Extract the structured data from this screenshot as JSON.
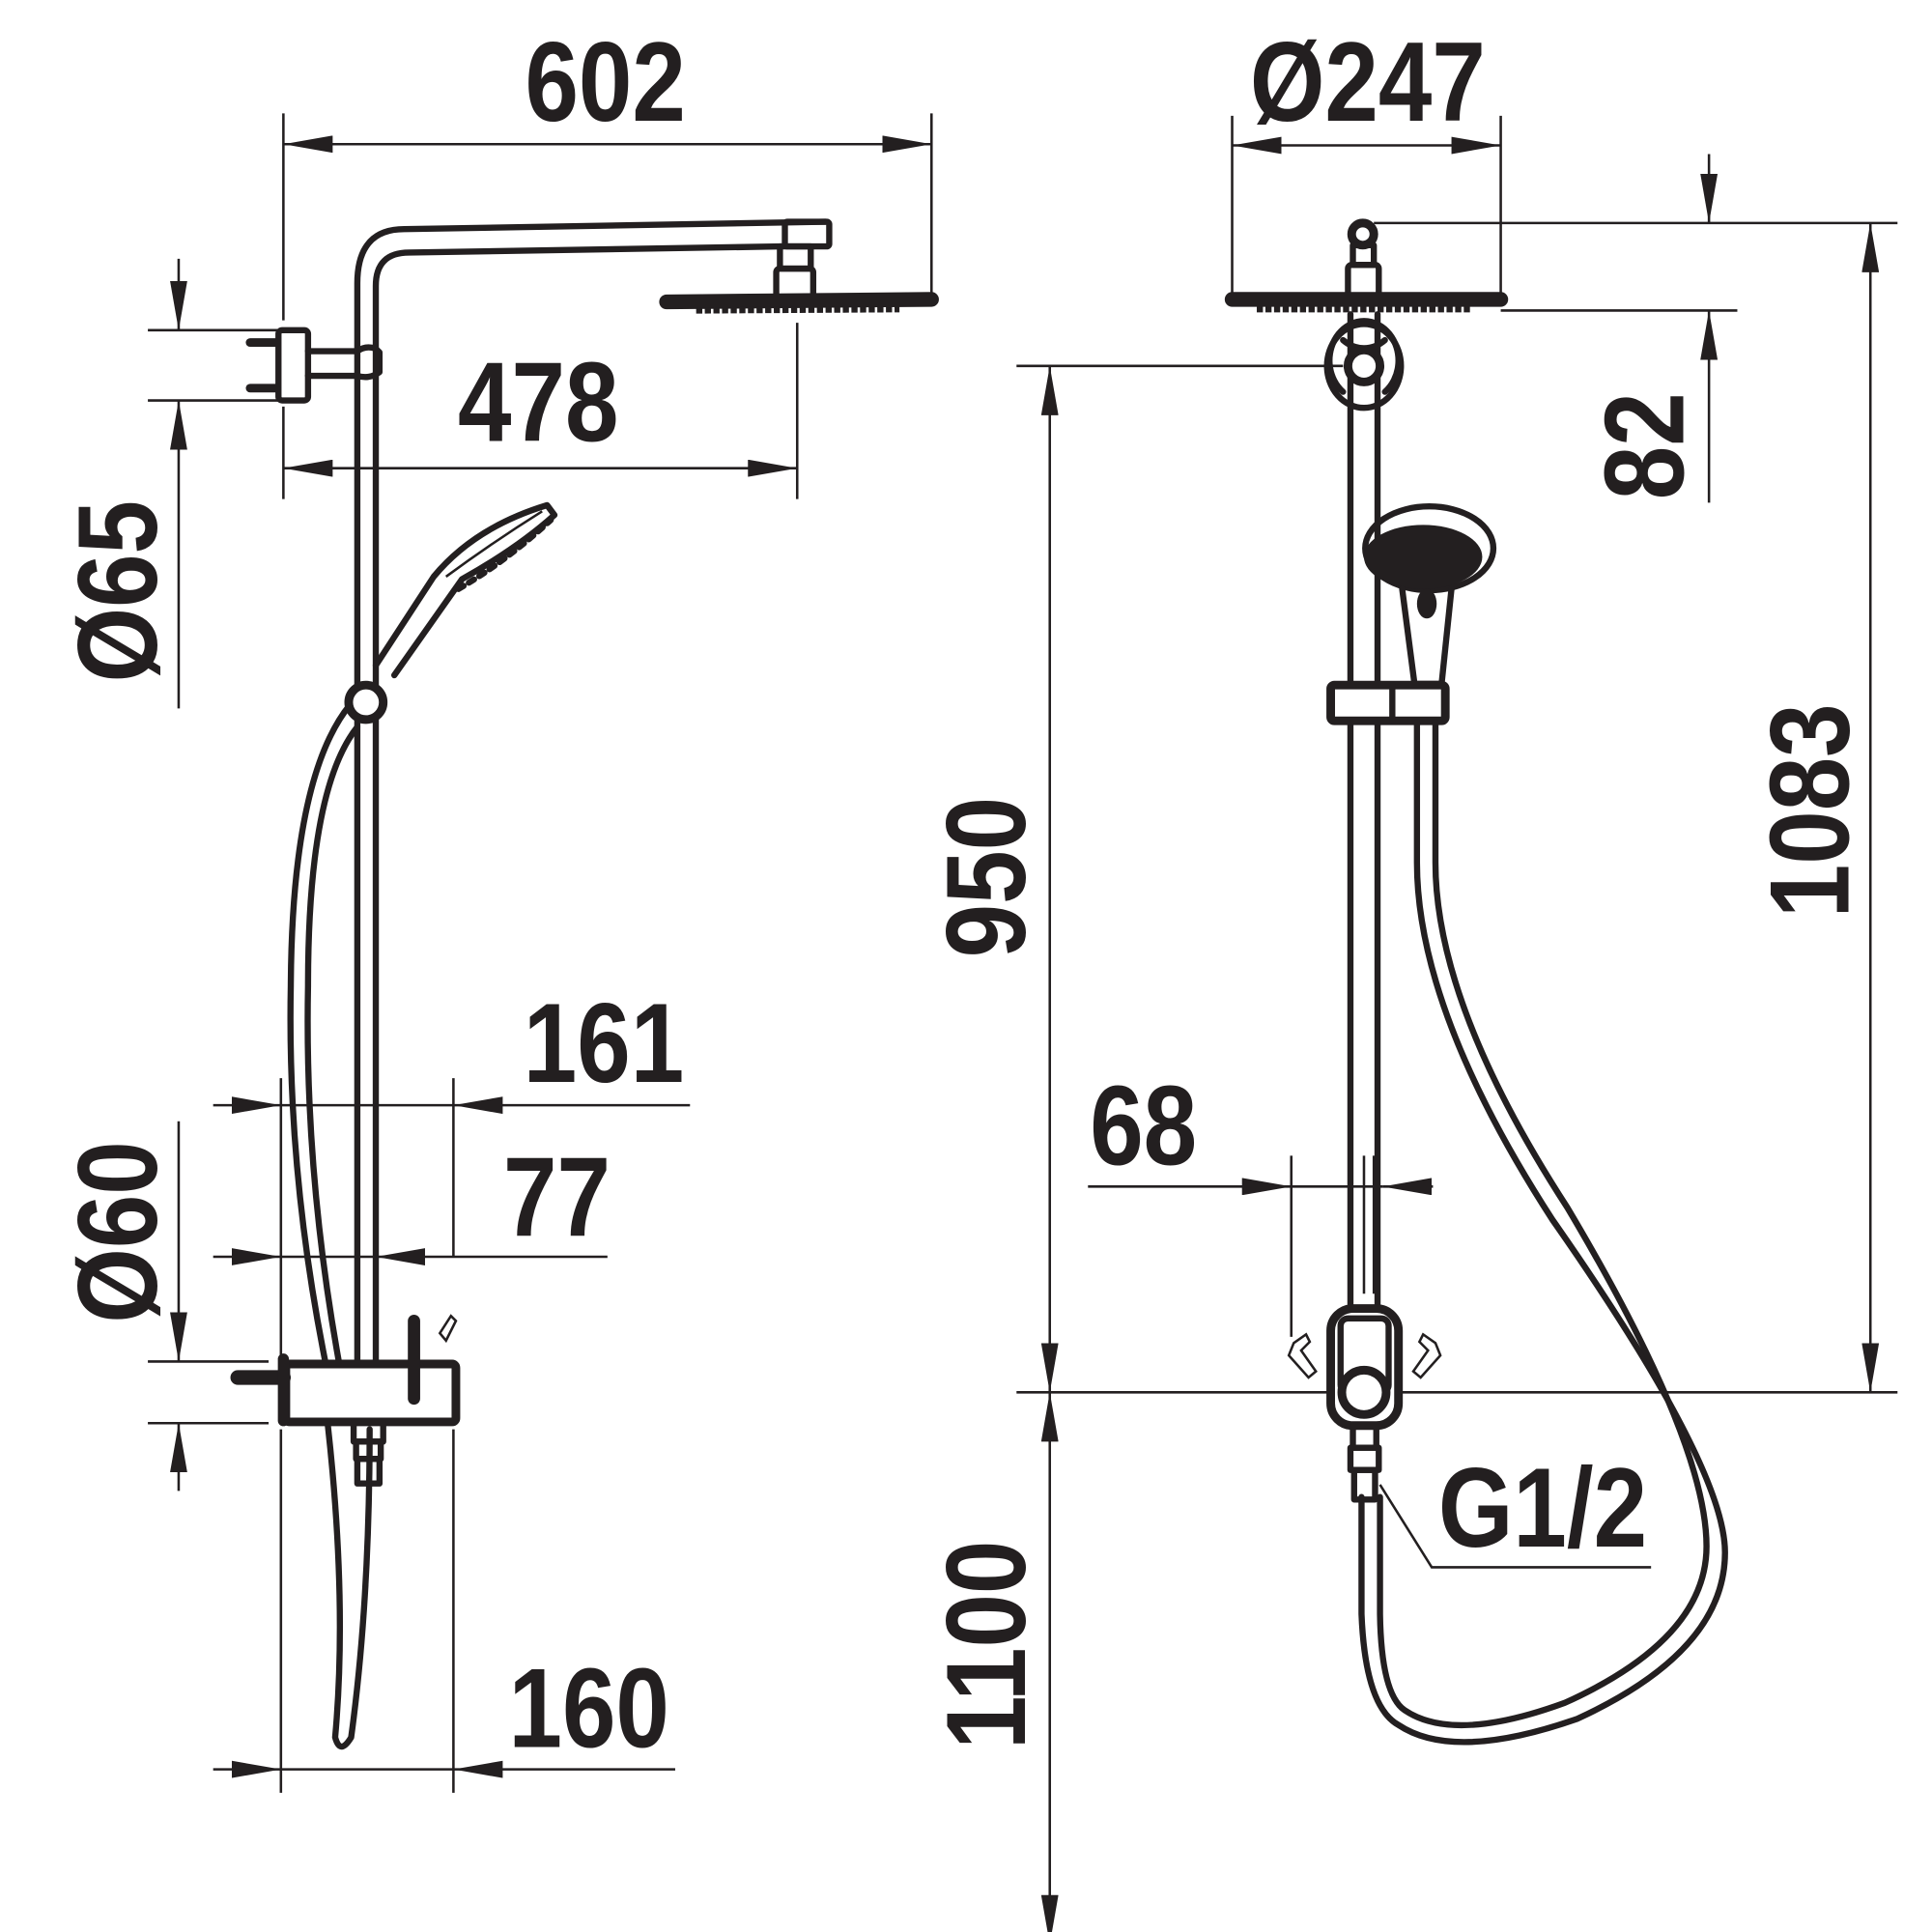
{
  "drawing": {
    "title": "Shower system technical dimension drawing",
    "colors": {
      "line": "#231f20",
      "background": "#ffffff"
    },
    "side_view": {
      "dimensions": {
        "overall_projection": "602",
        "arm_projection": "478",
        "top_bracket_diameter": "Ø65",
        "handshower_width": "161",
        "rail_offset": "77",
        "mixer_diameter": "Ø60",
        "mixer_depth": "160"
      }
    },
    "front_view": {
      "dimensions": {
        "overhead_diameter": "Ø247",
        "head_height": "82",
        "rail_height": "950",
        "total_height": "1083",
        "inlet_spacing_half": "68",
        "hose_length": "1100",
        "thread": "G1/2"
      }
    }
  }
}
